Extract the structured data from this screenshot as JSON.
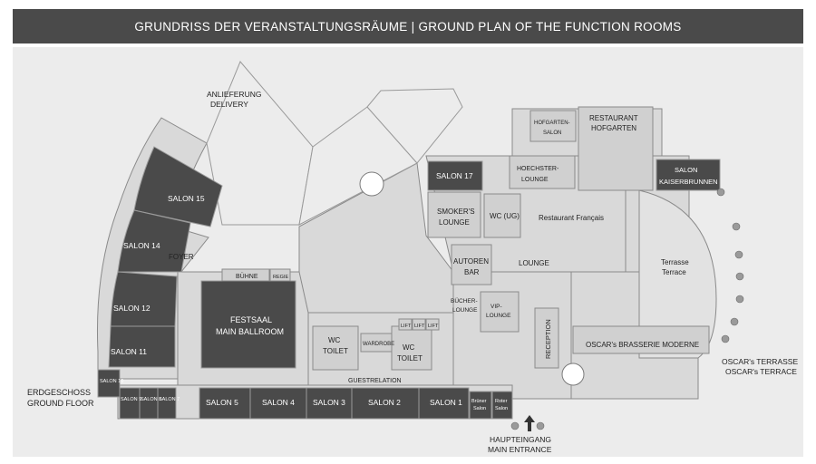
{
  "header": {
    "title": "GRUNDRISS DER VERANSTALTUNGSRÄUME | GROUND PLAN OF THE FUNCTION ROOMS"
  },
  "labels": {
    "delivery_de": "ANLIEFERUNG",
    "delivery_en": "DELIVERY",
    "salon15": "SALON 15",
    "salon14": "SALON 14",
    "foyer": "FOYER",
    "buhne": "BÜHNE",
    "regie": "REGIE",
    "salon12": "SALON 12",
    "festsaal_de": "FESTSAAL",
    "festsaal_en": "MAIN BALLROOM",
    "salon11": "SALON 11",
    "salon10": "SALON 10",
    "salon9": "SALON 9",
    "salon8": "SALON 8",
    "salon7": "SALON 7",
    "salon5": "SALON 5",
    "salon4": "SALON 4",
    "salon3": "SALON 3",
    "salon2": "SALON 2",
    "salon1": "SALON 1",
    "ground_de": "ERDGESCHOSS",
    "ground_en": "GROUND FLOOR",
    "wc_toilet_1a": "WC",
    "wc_toilet_1b": "TOILET",
    "wardrobe": "WARDROBE",
    "wc_toilet_2a": "WC",
    "wc_toilet_2b": "TOILET",
    "lift": "LIFT",
    "guestrelation": "GUESTRELATION",
    "bruner_a": "Brüner",
    "bruner_b": "Salon",
    "roter_a": "Roter",
    "roter_b": "Salon",
    "entrance_de": "HAUPTEINGANG",
    "entrance_en": "MAIN ENTRANCE",
    "salon17": "SALON 17",
    "smokers_a": "SMOKER'S",
    "smokers_b": "LOUNGE",
    "wc_ug": "WC (UG)",
    "autoren_a": "AUTOREN",
    "autoren_b": "BAR",
    "lounge": "LOUNGE",
    "bucher_a": "BÜCHER-",
    "bucher_b": "LOUNGE",
    "vip_a": "VIP-",
    "vip_b": "LOUNGE",
    "reception": "RECEPTION",
    "hofgarten_salon_a": "HOFGARTEN-",
    "hofgarten_salon_b": "SALON",
    "restaurant_hof_a": "RESTAURANT",
    "restaurant_hof_b": "HOFGARTEN",
    "hoechster_a": "HOECHSTER-",
    "hoechster_b": "LOUNGE",
    "restaurant_francais": "Restaurant Français",
    "kaiser_a": "SALON",
    "kaiser_b": "KAISERBRUNNEN",
    "terrasse_a": "Terrasse",
    "terrasse_b": "Terrace",
    "brasserie": "OSCAR's BRASSERIE MODERNE",
    "oscar_terrasse": "OSCAR's TERRASSE",
    "oscar_terrace": "OSCAR's TERRACE"
  },
  "colors": {
    "dark_room": "#4a4a4a",
    "mid_room": "#c9c9c9",
    "light_room": "#dcdcdc",
    "wall": "#8a8a8a",
    "background": "#ececec"
  }
}
